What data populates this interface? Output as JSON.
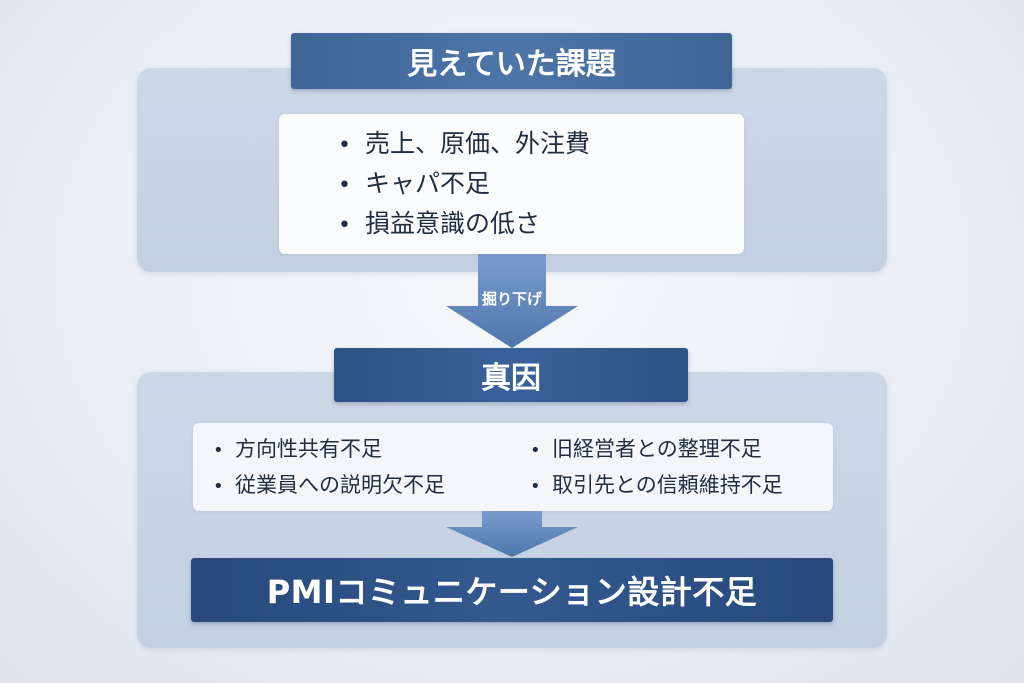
{
  "visible_issues": {
    "title": "見えていた課題",
    "items": [
      "売上、原価、外注費",
      "キャパ不足",
      "損益意識の低さ"
    ]
  },
  "arrow": {
    "label": "掘り下げ"
  },
  "root_causes": {
    "title": "真因",
    "left_items": [
      "方向性共有不足",
      "従業員への説明欠不足"
    ],
    "right_items": [
      "旧経営者との整理不足",
      "取引先との信頼維持不足"
    ]
  },
  "conclusion": {
    "text": "PMIコミュニケーション設計不足"
  },
  "bullet": "•",
  "colors": {
    "title_bar": "#4068a0",
    "conclusion_bar": "#2b4f84",
    "panel": "#c8d4e5",
    "arrow": "#5b81b6",
    "text": "#1f2d40"
  }
}
